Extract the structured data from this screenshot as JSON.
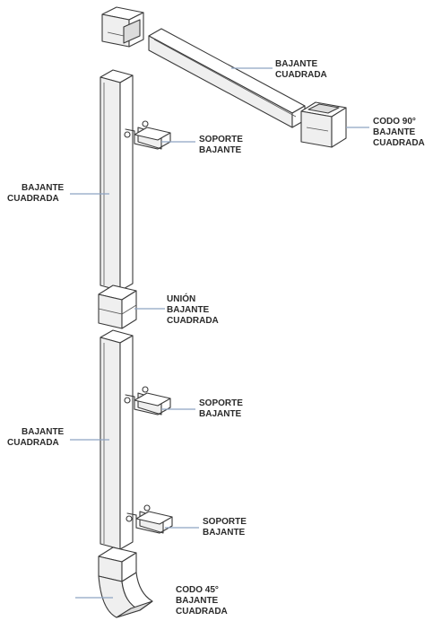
{
  "labels": {
    "bajante_top_right": [
      "BAJANTE",
      "CUADRADA"
    ],
    "codo_90": [
      "CODO 90°",
      "BAJANTE",
      "CUADRADA"
    ],
    "soporte_1": [
      "SOPORTE",
      "BAJANTE"
    ],
    "bajante_upper_left": [
      "BAJANTE",
      "CUADRADA"
    ],
    "union": [
      "UNIÓN",
      "BAJANTE",
      "CUADRADA"
    ],
    "soporte_2": [
      "SOPORTE",
      "BAJANTE"
    ],
    "bajante_lower_left": [
      "BAJANTE",
      "CUADRADA"
    ],
    "soporte_3": [
      "SOPORTE",
      "BAJANTE"
    ],
    "codo_45": [
      "CODO 45°",
      "BAJANTE",
      "CUADRADA"
    ]
  }
}
